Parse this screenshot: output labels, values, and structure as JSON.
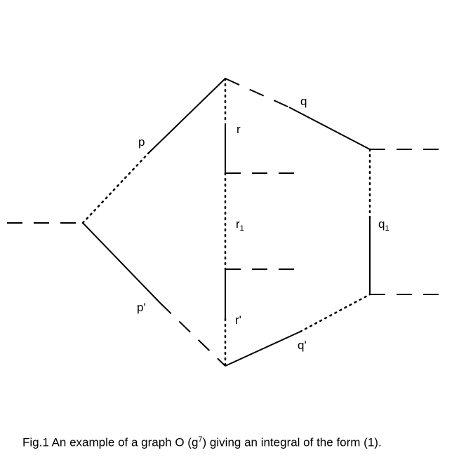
{
  "labels": {
    "p": "p",
    "p_prime": "p'",
    "q": "q",
    "q_prime": "q'",
    "q1_main": "q",
    "q1_sub": "1",
    "r": "r",
    "r_prime": "r'",
    "r1_main": "r",
    "r1_sub": "1"
  },
  "caption": {
    "before": "Fig.1 An example of a graph O (g",
    "sup": "7",
    "after": ") giving an integral of the form (1)."
  }
}
